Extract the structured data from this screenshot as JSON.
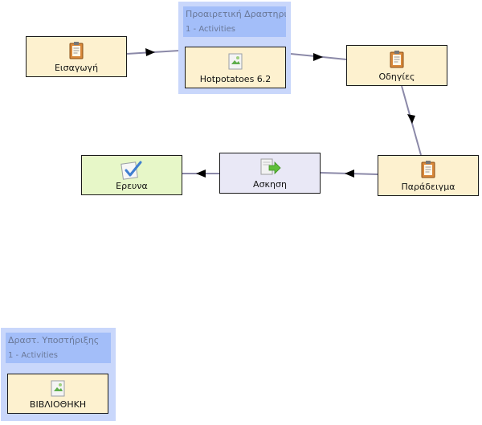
{
  "groups": {
    "optional": {
      "title": "Προαιρετική Δραστηρι",
      "subtitle": "1 - Activities"
    },
    "support": {
      "title": "Δραστ. Υποστήριξης",
      "subtitle": "1 - Activities"
    }
  },
  "nodes": {
    "eisagogi": {
      "label": "Εισαγωγή",
      "icon": "notepad-icon"
    },
    "hotpotatoes": {
      "label": "Hotpotatoes 6.2",
      "icon": "image-doc-icon"
    },
    "odigies": {
      "label": "Οδηγίες",
      "icon": "notepad-icon"
    },
    "paradeigma": {
      "label": "Παράδειγμα",
      "icon": "notepad-icon"
    },
    "askisi": {
      "label": "Ασκηση",
      "icon": "doc-arrow-icon"
    },
    "erevna": {
      "label": "Ερευνα",
      "icon": "checklist-icon"
    },
    "vivliothiki": {
      "label": "ΒΙΒΛΙΟΘΗΚΗ",
      "icon": "image-doc-icon"
    }
  },
  "colors": {
    "connector": "#8b89a8",
    "arrow": "#000000",
    "activity_yellow": "#fdf1cf",
    "activity_green": "#e7f7c8",
    "activity_lavender": "#e9e8f6",
    "group_bg": "#c9d7fb",
    "group_title_bg": "#a3bef9"
  }
}
